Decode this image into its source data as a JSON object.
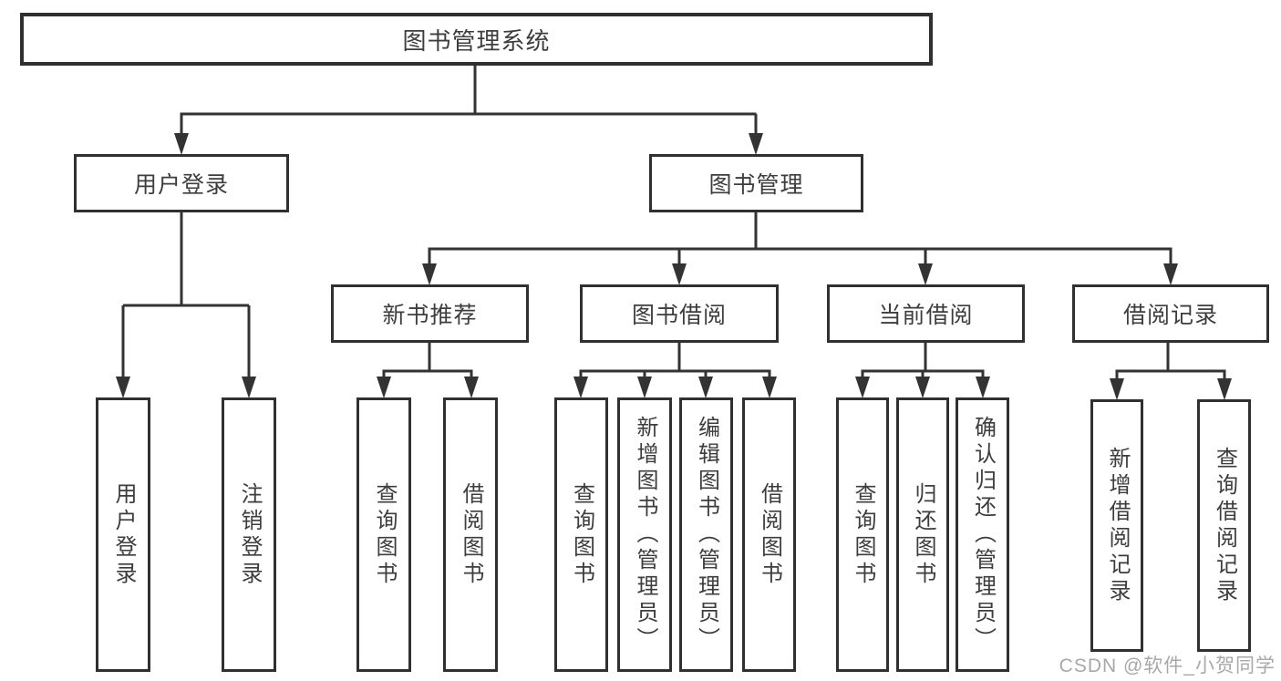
{
  "diagram": {
    "root": {
      "label": "图书管理系统"
    },
    "branches": [
      {
        "label": "用户登录",
        "children": [
          {
            "label": "用户登录"
          },
          {
            "label": "注销登录"
          }
        ]
      },
      {
        "label": "图书管理",
        "children": [
          {
            "label": "新书推荐",
            "children": [
              {
                "label": "查询图书"
              },
              {
                "label": "借阅图书"
              }
            ]
          },
          {
            "label": "图书借阅",
            "children": [
              {
                "label": "查询图书"
              },
              {
                "label": "新增图书（管理员）"
              },
              {
                "label": "编辑图书（管理员）"
              },
              {
                "label": "借阅图书"
              }
            ]
          },
          {
            "label": "当前借阅",
            "children": [
              {
                "label": "查询图书"
              },
              {
                "label": "归还图书"
              },
              {
                "label": "确认归还（管理员）"
              }
            ]
          },
          {
            "label": "借阅记录",
            "children": [
              {
                "label": "新增借阅记录"
              },
              {
                "label": "查询借阅记录"
              }
            ]
          }
        ]
      }
    ],
    "watermark": "CSDN @软件_小贺同学",
    "colors": {
      "line": "#333333",
      "border": "#303030",
      "text": "#3d3d3d",
      "watermark": "#a8a8a8",
      "background": "#ffffff"
    }
  }
}
